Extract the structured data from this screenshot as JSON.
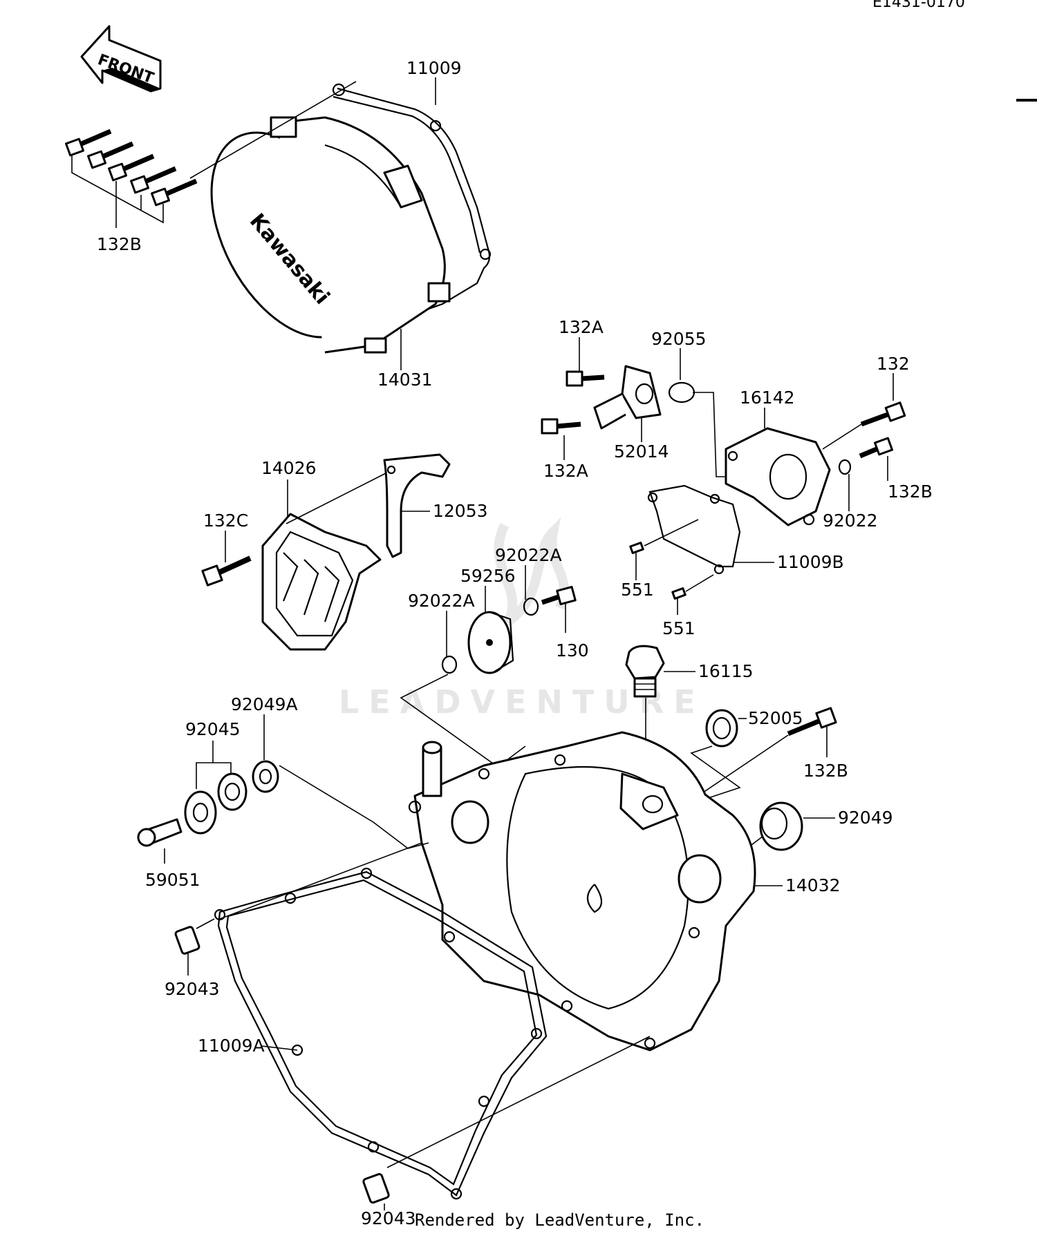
{
  "header": {
    "diagram_code": "E1431-0170"
  },
  "front_arrow": {
    "label": "FRONT"
  },
  "cover_brand": "Kawasaki",
  "watermark": "LEADVENTURE",
  "footer": {
    "rendered_by": "Rendered by LeadVenture, Inc."
  },
  "parts": {
    "p11009": "11009",
    "p132B_top": "132B",
    "p14031": "14031",
    "p132A_top": "132A",
    "p92055": "92055",
    "p132": "132",
    "p16142": "16142",
    "p132A_bottom": "132A",
    "p52014": "52014",
    "p132B_mid": "132B",
    "p92022": "92022",
    "p14026": "14026",
    "p12053": "12053",
    "p132C": "132C",
    "p92022A_top": "92022A",
    "p59256": "59256",
    "p92022A_left": "92022A",
    "p130": "130",
    "p551_a": "551",
    "p11009B": "11009B",
    "p551_b": "551",
    "p16115": "16115",
    "p92049A": "92049A",
    "p92045": "92045",
    "p52005": "52005",
    "p132B_low": "132B",
    "p92049": "92049",
    "p59051": "59051",
    "p14032": "14032",
    "p92043_top": "92043",
    "p11009A": "11009A",
    "p92043_bottom": "92043"
  }
}
